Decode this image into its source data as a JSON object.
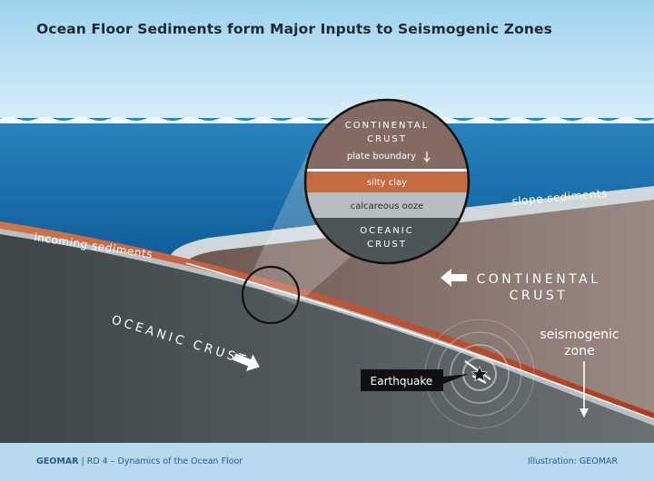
{
  "title": "Ocean Floor Sediments form Major Inputs to Seismogenic Zones",
  "labels": {
    "incoming_sediments": "incoming sediments",
    "slope_sediments": "slope sediments",
    "oceanic_crust": "OCEANIC CRUST",
    "continental_crust": "CONTINENTAL",
    "continental_crust_2": "CRUST",
    "seismogenic": "seismogenic",
    "seismogenic_2": "zone",
    "earthquake": "Earthquake"
  },
  "inset": {
    "continental_1": "CONTINENTAL",
    "continental_2": "CRUST",
    "plate_boundary": "plate boundary",
    "silty_clay": "silty clay",
    "calcareous_ooze": "calcareous ooze",
    "oceanic_1": "OCEANIC",
    "oceanic_2": "CRUST"
  },
  "footer": {
    "brand": "GEOMAR",
    "series": "| RD 4 – Dynamics of the Ocean Floor",
    "credit": "Illustration: GEOMAR"
  },
  "colors": {
    "sky_top": "#9fd3ef",
    "sea_deep": "#0f4f86",
    "oceanic_crust": "#4d5559",
    "continental_crust": "#8a7670",
    "sediment": "#c2653c",
    "slope_sediments": "#aab3b8"
  }
}
